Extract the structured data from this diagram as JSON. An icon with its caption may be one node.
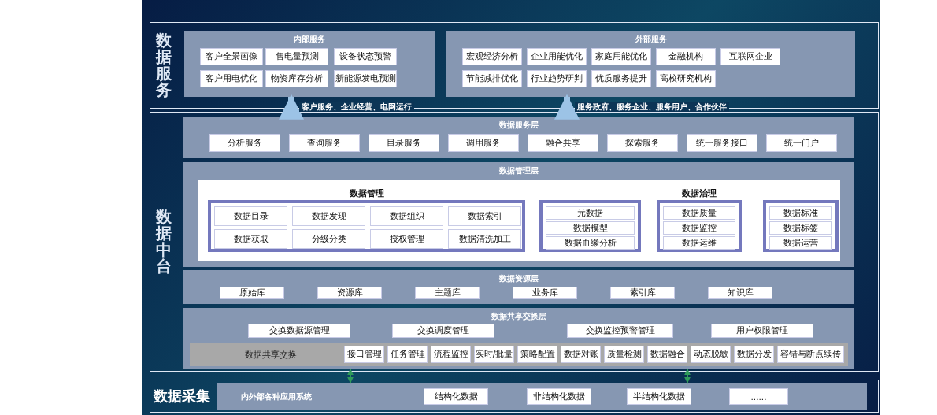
{
  "diagram": {
    "nodes": [
      {
        "text": [
          "数据服务"
        ]
      },
      {
        "text": [
          "内部服务"
        ],
        "in": 0
      },
      {
        "text": [
          "客户全景画像"
        ],
        "in": 1
      },
      {
        "text": [
          "售电量预测"
        ],
        "in": 1
      },
      {
        "text": [
          "设备状态预警"
        ],
        "in": 1
      },
      {
        "text": [
          "客户用电优化"
        ],
        "in": 1
      },
      {
        "text": [
          "物资库存分析"
        ],
        "in": 1
      },
      {
        "text": [
          "新能源发电预测"
        ],
        "in": 1
      },
      {
        "text": [
          "外部服务"
        ],
        "in": 0
      },
      {
        "text": [
          "宏观经济分析"
        ],
        "in": 8
      },
      {
        "text": [
          "企业用能优化"
        ],
        "in": 8
      },
      {
        "text": [
          "家庭用能优化"
        ],
        "in": 8
      },
      {
        "text": [
          "金融机构"
        ],
        "in": 8
      },
      {
        "text": [
          "互联网企业"
        ],
        "in": 8
      },
      {
        "text": [
          "节能减排优化"
        ],
        "in": 8
      },
      {
        "text": [
          "行业趋势研判"
        ],
        "in": 8
      },
      {
        "text": [
          "优质服务提升"
        ],
        "in": 8
      },
      {
        "text": [
          "高校研究机构"
        ],
        "in": 8
      },
      {
        "text": [
          "数据中台"
        ]
      },
      {
        "text": [
          "数据服务层"
        ],
        "in": 18
      },
      {
        "text": [
          "分析服务"
        ],
        "in": 19
      },
      {
        "text": [
          "查询服务"
        ],
        "in": 19
      },
      {
        "text": [
          "目录服务"
        ],
        "in": 19
      },
      {
        "text": [
          "调用服务"
        ],
        "in": 19
      },
      {
        "text": [
          "融合共享"
        ],
        "in": 19
      },
      {
        "text": [
          "探索服务"
        ],
        "in": 19
      },
      {
        "text": [
          "统一服务接口"
        ],
        "in": 19
      },
      {
        "text": [
          "统一门户"
        ],
        "in": 19
      },
      {
        "text": [
          "数据管理层"
        ],
        "in": 18
      },
      {
        "text": [
          "数据管理"
        ],
        "in": 28
      },
      {
        "text": [
          "数据目录"
        ],
        "in": 29
      },
      {
        "text": [
          "数据发现"
        ],
        "in": 29
      },
      {
        "text": [
          "数据组织"
        ],
        "in": 29
      },
      {
        "text": [
          "数据索引"
        ],
        "in": 29
      },
      {
        "text": [
          "数据获取"
        ],
        "in": 29
      },
      {
        "text": [
          "分级分类"
        ],
        "in": 29
      },
      {
        "text": [
          "授权管理"
        ],
        "in": 29
      },
      {
        "text": [
          "数据清洗加工"
        ],
        "in": 29
      },
      {
        "text": [],
        "shape": "box",
        "in": 28
      },
      {
        "text": [
          "元数据"
        ],
        "in": 38
      },
      {
        "text": [
          "数据模型"
        ],
        "in": 38
      },
      {
        "text": [
          "数据血缘分析"
        ],
        "in": 38
      },
      {
        "text": [
          "数据治理"
        ],
        "in": 28
      },
      {
        "text": [
          "数据质量"
        ],
        "in": 42
      },
      {
        "text": [
          "数据监控"
        ],
        "in": 42
      },
      {
        "text": [
          "数据运维"
        ],
        "in": 42
      },
      {
        "text": [],
        "shape": "box",
        "in": 28
      },
      {
        "text": [
          "数据标准"
        ],
        "in": 46
      },
      {
        "text": [
          "数据标签"
        ],
        "in": 46
      },
      {
        "text": [
          "数据运营"
        ],
        "in": 46
      },
      {
        "text": [
          "数据资源层"
        ],
        "in": 18
      },
      {
        "text": [
          "原始库"
        ],
        "in": 50
      },
      {
        "text": [
          "资源库"
        ],
        "in": 50
      },
      {
        "text": [
          "主题库"
        ],
        "in": 50
      },
      {
        "text": [
          "业务库"
        ],
        "in": 50
      },
      {
        "text": [
          "索引库"
        ],
        "in": 50
      },
      {
        "text": [
          "知识库"
        ],
        "in": 50
      },
      {
        "text": [
          "数据共享交换层"
        ],
        "in": 18
      },
      {
        "text": [
          "交换数据源管理"
        ],
        "in": 57
      },
      {
        "text": [
          "交换调度管理"
        ],
        "in": 57
      },
      {
        "text": [
          "交换监控预警管理"
        ],
        "in": 57
      },
      {
        "text": [
          "用户权限管理"
        ],
        "in": 57
      },
      {
        "text": [
          "数据共享交换"
        ],
        "in": 57
      },
      {
        "text": [
          "接口管理"
        ],
        "in": 62
      },
      {
        "text": [
          "任务管理"
        ],
        "in": 62
      },
      {
        "text": [
          "流程监控"
        ],
        "in": 62
      },
      {
        "text": [
          "实时/批量"
        ],
        "in": 62
      },
      {
        "text": [
          "策略配置"
        ],
        "in": 62
      },
      {
        "text": [
          "数据对账"
        ],
        "in": 62
      },
      {
        "text": [
          "质量检测"
        ],
        "in": 62
      },
      {
        "text": [
          "数据融合"
        ],
        "in": 62
      },
      {
        "text": [
          "动态脱敏"
        ],
        "in": 62
      },
      {
        "text": [
          "数据分发"
        ],
        "in": 62
      },
      {
        "text": [
          "容错与断点续传"
        ],
        "in": 62
      },
      {
        "text": [
          "数据采集"
        ]
      },
      {
        "text": [
          "内外部各种应用系统"
        ],
        "in": 74
      },
      {
        "text": [
          "结构化数据"
        ],
        "in": 75
      },
      {
        "text": [
          "非结构化数据"
        ],
        "in": 75
      },
      {
        "text": [
          "半结构化数据"
        ],
        "in": 75
      },
      {
        "text": [
          "......"
        ],
        "in": 75
      }
    ],
    "edges": [
      {
        "from": 19,
        "to": 1,
        "arrow": "to",
        "label": "客户服务、企业经营、电网运行",
        "style": "thick",
        "color": "#9cc3e6"
      },
      {
        "from": 19,
        "to": 8,
        "arrow": "to",
        "label": "服务政府、服务企业、服务用户、合作伙伴",
        "style": "thick",
        "color": "#9cc3e6"
      },
      {
        "from": 75,
        "to": 57,
        "arrow": "both",
        "color": "#2f9a5a"
      },
      {
        "from": 75,
        "to": 57,
        "arrow": "both",
        "color": "#2f9a5a"
      }
    ]
  }
}
